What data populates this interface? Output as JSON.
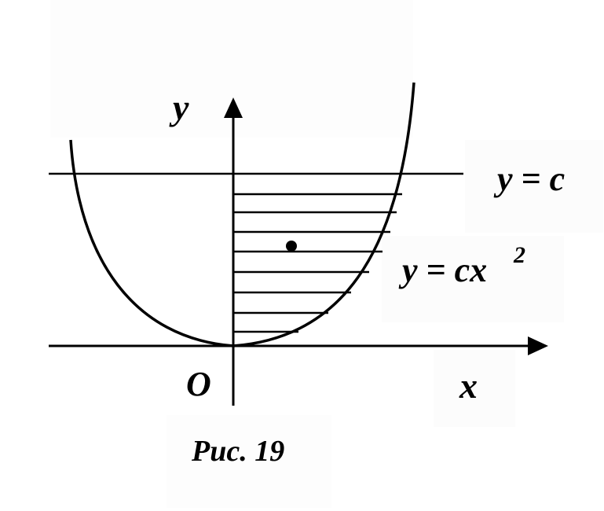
{
  "labels": {
    "y_axis": "y",
    "x_axis": "x",
    "origin": "O",
    "line": "y = c",
    "curve": "y = cx",
    "curve_exponent": "2",
    "caption": "Рис. 19"
  },
  "colors": {
    "ink": "#000000",
    "background": "#ffffff"
  }
}
